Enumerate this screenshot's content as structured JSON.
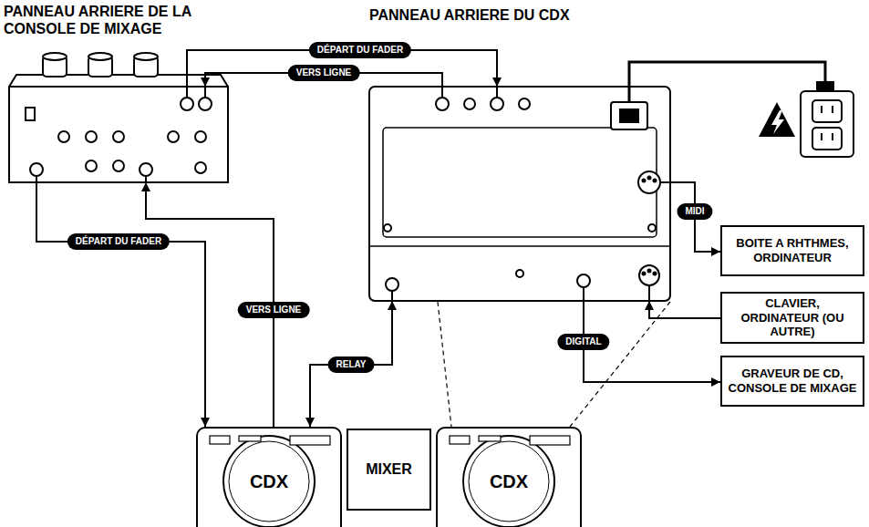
{
  "diagram": {
    "nodes": [
      {
        "text": [
          "PANNEAU ARRIERE DE LA CONSOLE DE MIXAGE"
        ]
      },
      {
        "text": [
          "PANNEAU ARRIERE DU CDX"
        ]
      },
      {
        "text": [
          "BOITE A RHTHMES, ORDINATEUR"
        ]
      },
      {
        "text": [
          "CLAVIER, ORDINATEUR (OU AUTRE)"
        ]
      },
      {
        "text": [
          "GRAVEUR DE CD, CONSOLE DE MIXAGE"
        ]
      },
      {
        "text": [
          "CDX"
        ]
      },
      {
        "text": [
          "MIXER"
        ]
      },
      {
        "text": [
          "CDX"
        ]
      }
    ],
    "edges": [
      {
        "from": 0,
        "to": 1,
        "arrow": "to",
        "label": "DÉPART DU FADER"
      },
      {
        "from": 1,
        "to": 0,
        "arrow": "to",
        "label": "VERS LIGNE"
      },
      {
        "from": 0,
        "to": 5,
        "arrow": "to",
        "label": "DÉPART DU FADER"
      },
      {
        "from": 5,
        "to": 0,
        "arrow": "to",
        "label": "VERS LIGNE"
      },
      {
        "from": 5,
        "to": 1,
        "arrow": "both",
        "label": "RELAY"
      },
      {
        "from": 1,
        "to": 2,
        "arrow": "to",
        "label": "MIDI"
      },
      {
        "from": 3,
        "to": 1,
        "arrow": "to"
      },
      {
        "from": 1,
        "to": 4,
        "arrow": "to",
        "label": "DIGITAL"
      }
    ]
  }
}
